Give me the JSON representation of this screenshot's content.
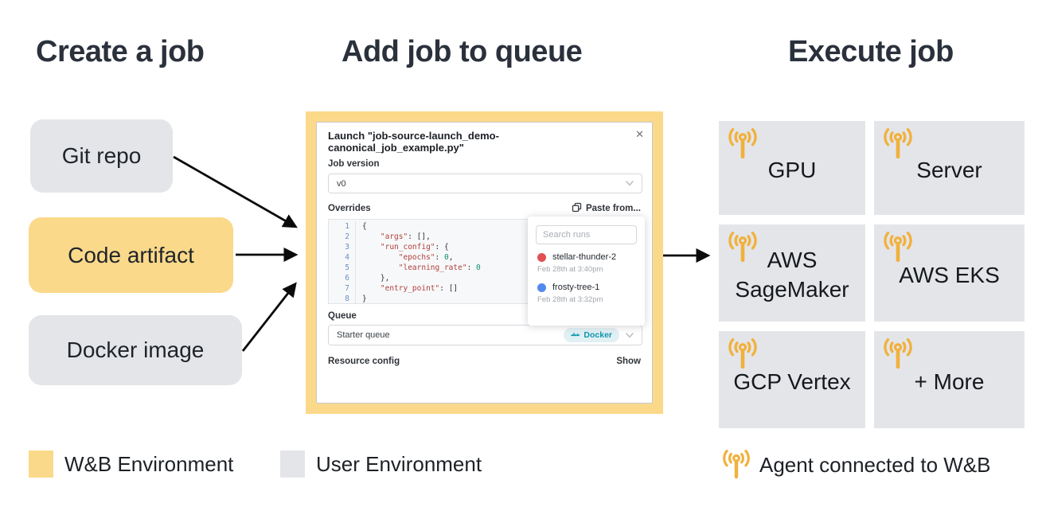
{
  "headings": {
    "create": "Create a job",
    "queue": "Add job to queue",
    "execute": "Execute job"
  },
  "sources": {
    "git_repo": "Git repo",
    "code_artifact": "Code artifact",
    "docker_image": "Docker image"
  },
  "modal": {
    "title": "Launch \"job-source-launch_demo-canonical_job_example.py\"",
    "close": "✕",
    "job_version_label": "Job version",
    "job_version_value": "v0",
    "overrides_label": "Overrides",
    "paste_button": "Paste from...",
    "code_lines": [
      {
        "num": "1",
        "tokens": [
          {
            "t": "{",
            "c": "p"
          }
        ]
      },
      {
        "num": "2",
        "tokens": [
          {
            "t": "    ",
            "c": "p"
          },
          {
            "t": "\"args\"",
            "c": "k"
          },
          {
            "t": ": [],",
            "c": "p"
          }
        ]
      },
      {
        "num": "3",
        "tokens": [
          {
            "t": "    ",
            "c": "p"
          },
          {
            "t": "\"run_config\"",
            "c": "k"
          },
          {
            "t": ": {",
            "c": "p"
          }
        ]
      },
      {
        "num": "4",
        "tokens": [
          {
            "t": "        ",
            "c": "p"
          },
          {
            "t": "\"epochs\"",
            "c": "k"
          },
          {
            "t": ": ",
            "c": "p"
          },
          {
            "t": "0",
            "c": "n"
          },
          {
            "t": ",",
            "c": "p"
          }
        ]
      },
      {
        "num": "5",
        "tokens": [
          {
            "t": "        ",
            "c": "p"
          },
          {
            "t": "\"learning_rate\"",
            "c": "k"
          },
          {
            "t": ": ",
            "c": "p"
          },
          {
            "t": "0",
            "c": "n"
          }
        ]
      },
      {
        "num": "6",
        "tokens": [
          {
            "t": "    },",
            "c": "p"
          }
        ]
      },
      {
        "num": "7",
        "tokens": [
          {
            "t": "    ",
            "c": "p"
          },
          {
            "t": "\"entry_point\"",
            "c": "k"
          },
          {
            "t": ": []",
            "c": "p"
          }
        ]
      },
      {
        "num": "8",
        "tokens": [
          {
            "t": "}",
            "c": "p"
          }
        ]
      }
    ],
    "queue_label": "Queue",
    "queue_value": "Starter queue",
    "queue_badge": "Docker",
    "resource_label": "Resource config",
    "show_link": "Show"
  },
  "runs_popup": {
    "search_placeholder": "Search runs",
    "runs": [
      {
        "name": "stellar-thunder-2",
        "time": "Feb 28th at 3:40pm",
        "dot": "#e05252"
      },
      {
        "name": "frosty-tree-1",
        "time": "Feb 28th at 3:32pm",
        "dot": "#5289ee"
      }
    ]
  },
  "targets": [
    {
      "label": "GPU"
    },
    {
      "label": "Server"
    },
    {
      "label": "AWS SageMaker"
    },
    {
      "label": "AWS EKS"
    },
    {
      "label": "GCP Vertex"
    },
    {
      "label": "+ More"
    }
  ],
  "legend": {
    "wandb": "W&B Environment",
    "user": "User Environment",
    "agent": "Agent connected to W&B"
  },
  "colors": {
    "wandb_yellow": "#fbd98a",
    "user_gray": "#e4e5e9",
    "agent_gold": "#f1b13c",
    "docker_teal": "#0f96ac"
  }
}
